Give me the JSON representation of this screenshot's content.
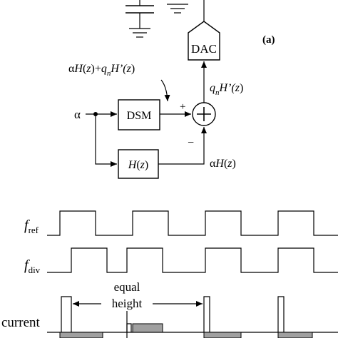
{
  "figure_label": "(a)",
  "blocks": {
    "dac": "DAC",
    "dsm": "DSM",
    "filter": "H(z)"
  },
  "signals": {
    "input": "α",
    "dsm_out": {
      "pre": "α",
      "h": "H",
      "z1": "(",
      "z2": "z",
      "z3": ")+",
      "q": "q",
      "n": "n",
      "h2": "H’(",
      "z4": "z",
      "z5": ")"
    },
    "adder_plus": "+",
    "adder_minus": "−",
    "to_dac": {
      "q": "q",
      "n": "n",
      "rest": "H’(",
      "z": "z",
      "end": ")"
    },
    "filter_out": {
      "pre": "α",
      "h": "H",
      "p1": "(",
      "z": "z",
      "p2": ")"
    }
  },
  "timing": {
    "fref_main": "f",
    "fref_sub": "ref",
    "fdiv_main": "f",
    "fdiv_sub": "div",
    "annotation_line1": "equal",
    "annotation_line2": "height",
    "current_label": "current"
  },
  "colors": {
    "ink": "#000000",
    "pulse_fill": "#a0a0a0",
    "background": "#ffffff"
  }
}
